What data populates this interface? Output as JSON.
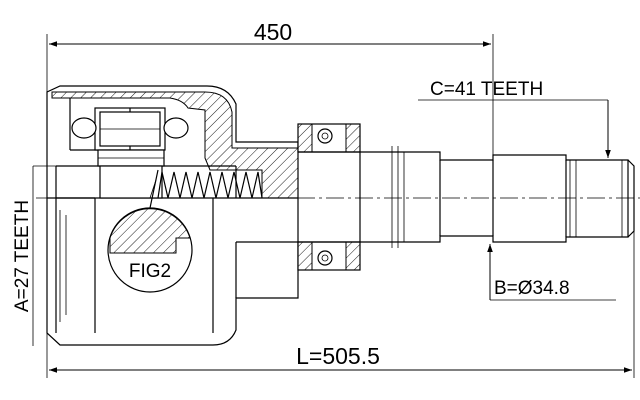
{
  "diagram": {
    "overall_width_label": "450",
    "spline_c_label": "C=41 TEETH",
    "spline_a_label": "A=27 TEETH",
    "diameter_b_label": "B=Ø34.8",
    "total_length_label": "L=505.5",
    "detail_label": "FIG2"
  }
}
